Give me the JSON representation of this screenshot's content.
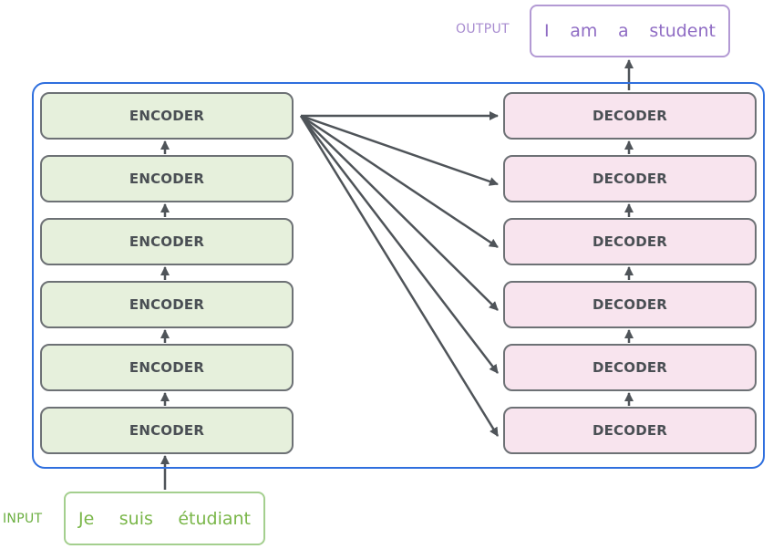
{
  "output": {
    "label": "OUTPUT",
    "words": [
      "I",
      "am",
      "a",
      "student"
    ]
  },
  "input": {
    "label": "INPUT",
    "words": [
      "Je",
      "suis",
      "étudiant"
    ]
  },
  "encoders": [
    "ENCODER",
    "ENCODER",
    "ENCODER",
    "ENCODER",
    "ENCODER",
    "ENCODER"
  ],
  "decoders": [
    "DECODER",
    "DECODER",
    "DECODER",
    "DECODER",
    "DECODER",
    "DECODER"
  ],
  "colors": {
    "container_border": "#2f6fde",
    "encoder_fill": "#e6f0dc",
    "decoder_fill": "#f8e4ee",
    "block_border": "#6d7175",
    "arrow": "#4f5459",
    "output_text": "#8f6cc4",
    "input_text": "#79b648"
  }
}
